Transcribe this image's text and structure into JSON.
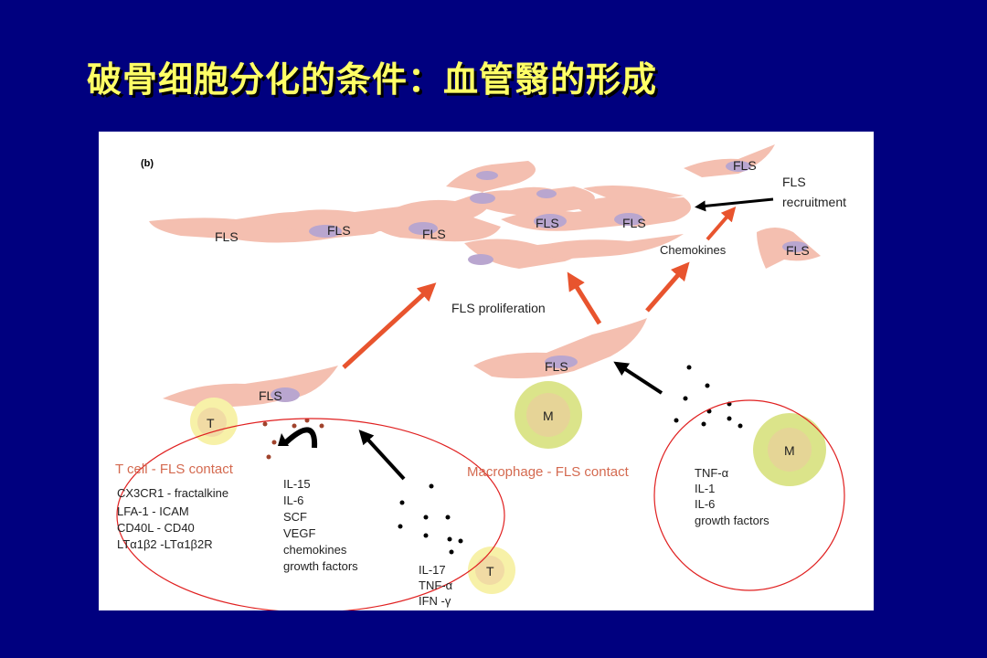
{
  "slide": {
    "title": "破骨细胞分化的条件：血管翳的形成"
  },
  "figure": {
    "panel_label": "(b)",
    "fls_label": "FLS",
    "t_label": "T",
    "m_label": "M",
    "fls_recruitment": [
      "FLS",
      "recruitment"
    ],
    "chemokines": "Chemokines",
    "fls_proliferation": "FLS proliferation",
    "t_cell_contact": "T cell - FLS contact",
    "macrophage_contact": "Macrophage - FLS contact",
    "t_cell_molecules": [
      "CX3CR1 - fractalkine",
      "LFA-1 - ICAM",
      "CD40L - CD40",
      "LTα1β2 -LTα1β2R"
    ],
    "fls_secreted": [
      "IL-15",
      "IL-6",
      "SCF",
      "VEGF",
      "chemokines",
      "growth factors"
    ],
    "t_cytokines": [
      "IL-17",
      "TNF-α",
      "IFN -γ"
    ],
    "macrophage_cytokines": [
      "TNF-α",
      "IL-1",
      "IL-6",
      "growth factors"
    ]
  },
  "colors": {
    "background": "#00007f",
    "title": "#ffff66",
    "cell": "#f4bfb0",
    "nucleus": "#b9a6cf",
    "arrow_red": "#e8542e",
    "contact_text": "#d46a50",
    "ellipse": "#e02020",
    "macrophage": "#dbe48a",
    "t_cell": "#f7f1a8"
  }
}
